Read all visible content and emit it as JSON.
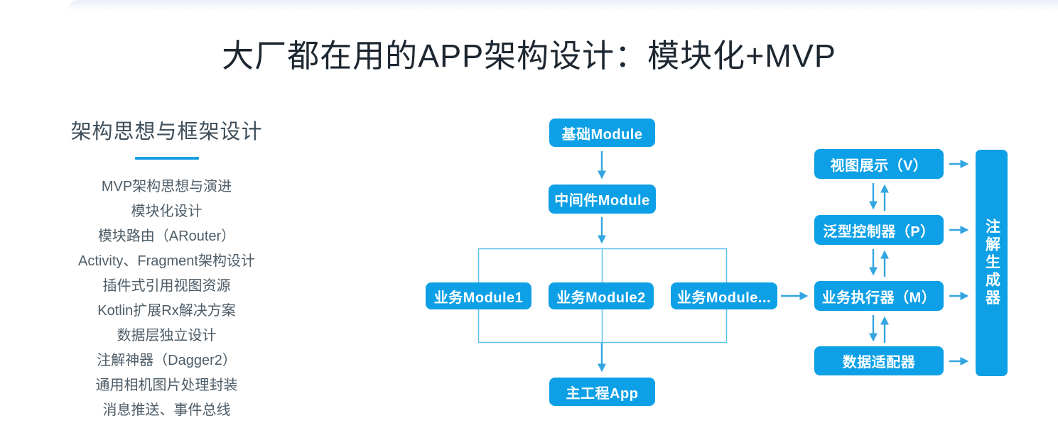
{
  "title": "大厂都在用的APP架构设计：模块化+MVP",
  "sidebar": {
    "heading": "架构思想与框架设计",
    "items": [
      "MVP架构思想与演进",
      "模块化设计",
      "模块路由（ARouter）",
      "Activity、Fragment架构设计",
      "插件式引用视图资源",
      "Kotlin扩展Rx解决方案",
      "数据层独立设计",
      "注解神器（Dagger2）",
      "通用相机图片处理封装",
      "消息推送、事件总线"
    ]
  },
  "diagram": {
    "center_column": {
      "base_module": "基础Module",
      "middleware_module": "中间件Module",
      "biz_module_1": "业务Module1",
      "biz_module_2": "业务Module2",
      "biz_module_more": "业务Module...",
      "main_app": "主工程App"
    },
    "mvp_column": {
      "view": "视图展示（V）",
      "presenter": "泛型控制器（P）",
      "model": "业务执行器（M）",
      "adapter": "数据适配器"
    },
    "annotation_generator": "注解生成器",
    "edges": [
      "基础Module → 中间件Module",
      "中间件Module → 业务Module容器",
      "业务Module容器 → 主工程App",
      "业务Module... → 业务执行器（M）",
      "视图展示（V） ⇄ 泛型控制器（P）",
      "泛型控制器（P） ⇄ 业务执行器（M）",
      "业务执行器（M） ⇄ 数据适配器",
      "视图展示（V） → 注解生成器",
      "泛型控制器（P） → 注解生成器",
      "业务执行器（M） → 注解生成器",
      "数据适配器 → 注解生成器"
    ]
  },
  "colors": {
    "node_blue": "#0da0e6",
    "arrow_blue": "#33a5e0",
    "outline_blue": "#5fc0ea",
    "underline_blue": "#18a0e2",
    "title_color": "#1d2731"
  }
}
